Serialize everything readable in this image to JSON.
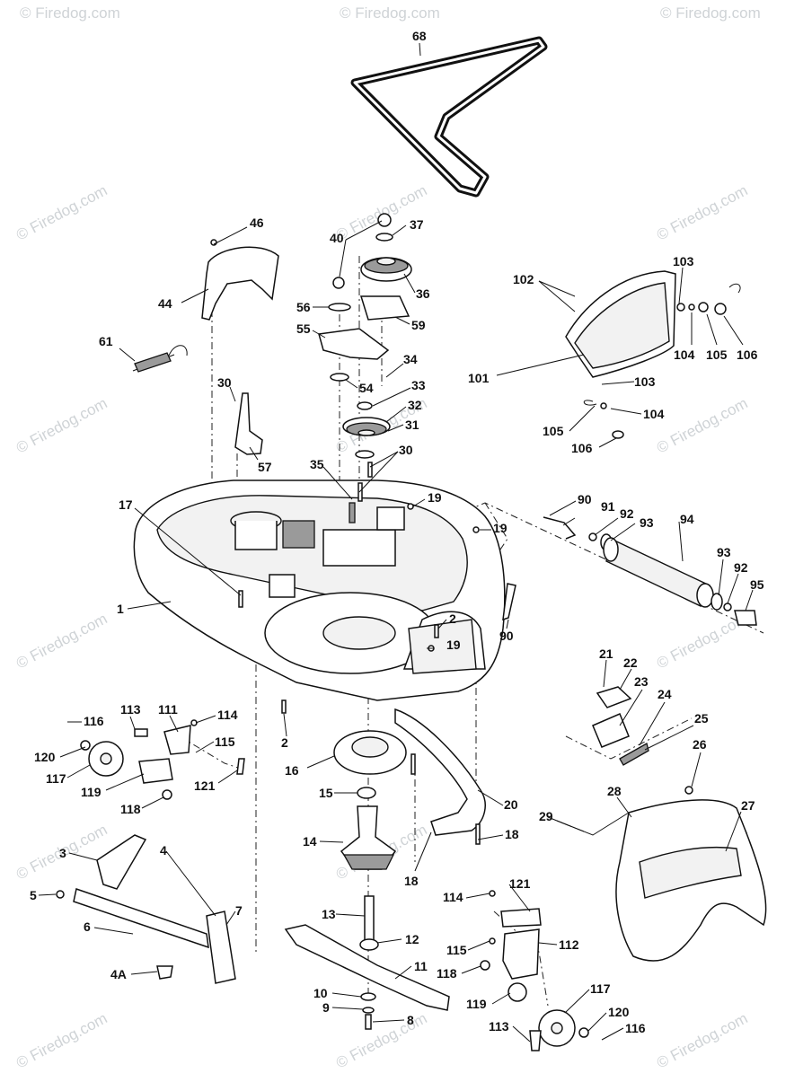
{
  "watermark": "© Firedog.com",
  "callouts": [
    {
      "id": "68",
      "label": "68"
    },
    {
      "id": "46",
      "label": "46"
    },
    {
      "id": "44",
      "label": "44"
    },
    {
      "id": "61",
      "label": "61"
    },
    {
      "id": "30a",
      "label": "30"
    },
    {
      "id": "57",
      "label": "57"
    },
    {
      "id": "40",
      "label": "40"
    },
    {
      "id": "37",
      "label": "37"
    },
    {
      "id": "36",
      "label": "36"
    },
    {
      "id": "56",
      "label": "56"
    },
    {
      "id": "59",
      "label": "59"
    },
    {
      "id": "55",
      "label": "55"
    },
    {
      "id": "34",
      "label": "34"
    },
    {
      "id": "54",
      "label": "54"
    },
    {
      "id": "33",
      "label": "33"
    },
    {
      "id": "32",
      "label": "32"
    },
    {
      "id": "31",
      "label": "31"
    },
    {
      "id": "30b",
      "label": "30"
    },
    {
      "id": "35",
      "label": "35"
    },
    {
      "id": "19a",
      "label": "19"
    },
    {
      "id": "19b",
      "label": "19"
    },
    {
      "id": "19c",
      "label": "19"
    },
    {
      "id": "17",
      "label": "17"
    },
    {
      "id": "1",
      "label": "1"
    },
    {
      "id": "2a",
      "label": "2"
    },
    {
      "id": "2b",
      "label": "2"
    },
    {
      "id": "90a",
      "label": "90"
    },
    {
      "id": "90b",
      "label": "90"
    },
    {
      "id": "102",
      "label": "102"
    },
    {
      "id": "103a",
      "label": "103"
    },
    {
      "id": "104a",
      "label": "104"
    },
    {
      "id": "105a",
      "label": "105"
    },
    {
      "id": "106a",
      "label": "106"
    },
    {
      "id": "101",
      "label": "101"
    },
    {
      "id": "103b",
      "label": "103"
    },
    {
      "id": "104b",
      "label": "104"
    },
    {
      "id": "105b",
      "label": "105"
    },
    {
      "id": "106b",
      "label": "106"
    },
    {
      "id": "91",
      "label": "91"
    },
    {
      "id": "92a",
      "label": "92"
    },
    {
      "id": "93a",
      "label": "93"
    },
    {
      "id": "94",
      "label": "94"
    },
    {
      "id": "93b",
      "label": "93"
    },
    {
      "id": "92b",
      "label": "92"
    },
    {
      "id": "95",
      "label": "95"
    },
    {
      "id": "21",
      "label": "21"
    },
    {
      "id": "22",
      "label": "22"
    },
    {
      "id": "23",
      "label": "23"
    },
    {
      "id": "24",
      "label": "24"
    },
    {
      "id": "25",
      "label": "25"
    },
    {
      "id": "26",
      "label": "26"
    },
    {
      "id": "27",
      "label": "27"
    },
    {
      "id": "28",
      "label": "28"
    },
    {
      "id": "29",
      "label": "29"
    },
    {
      "id": "113a",
      "label": "113"
    },
    {
      "id": "111",
      "label": "111"
    },
    {
      "id": "114a",
      "label": "114"
    },
    {
      "id": "116a",
      "label": "116"
    },
    {
      "id": "115a",
      "label": "115"
    },
    {
      "id": "120a",
      "label": "120"
    },
    {
      "id": "117a",
      "label": "117"
    },
    {
      "id": "119a",
      "label": "119"
    },
    {
      "id": "121a",
      "label": "121"
    },
    {
      "id": "118a",
      "label": "118"
    },
    {
      "id": "16",
      "label": "16"
    },
    {
      "id": "15",
      "label": "15"
    },
    {
      "id": "20",
      "label": "20"
    },
    {
      "id": "14",
      "label": "14"
    },
    {
      "id": "18a",
      "label": "18"
    },
    {
      "id": "18b",
      "label": "18"
    },
    {
      "id": "3",
      "label": "3"
    },
    {
      "id": "4",
      "label": "4"
    },
    {
      "id": "5",
      "label": "5"
    },
    {
      "id": "6",
      "label": "6"
    },
    {
      "id": "7",
      "label": "7"
    },
    {
      "id": "4A",
      "label": "4A"
    },
    {
      "id": "13",
      "label": "13"
    },
    {
      "id": "12",
      "label": "12"
    },
    {
      "id": "11",
      "label": "11"
    },
    {
      "id": "10",
      "label": "10"
    },
    {
      "id": "9",
      "label": "9"
    },
    {
      "id": "8",
      "label": "8"
    },
    {
      "id": "114b",
      "label": "114"
    },
    {
      "id": "121b",
      "label": "121"
    },
    {
      "id": "115b",
      "label": "115"
    },
    {
      "id": "112",
      "label": "112"
    },
    {
      "id": "118b",
      "label": "118"
    },
    {
      "id": "117b",
      "label": "117"
    },
    {
      "id": "119b",
      "label": "119"
    },
    {
      "id": "120b",
      "label": "120"
    },
    {
      "id": "113b",
      "label": "113"
    },
    {
      "id": "116b",
      "label": "116"
    }
  ]
}
